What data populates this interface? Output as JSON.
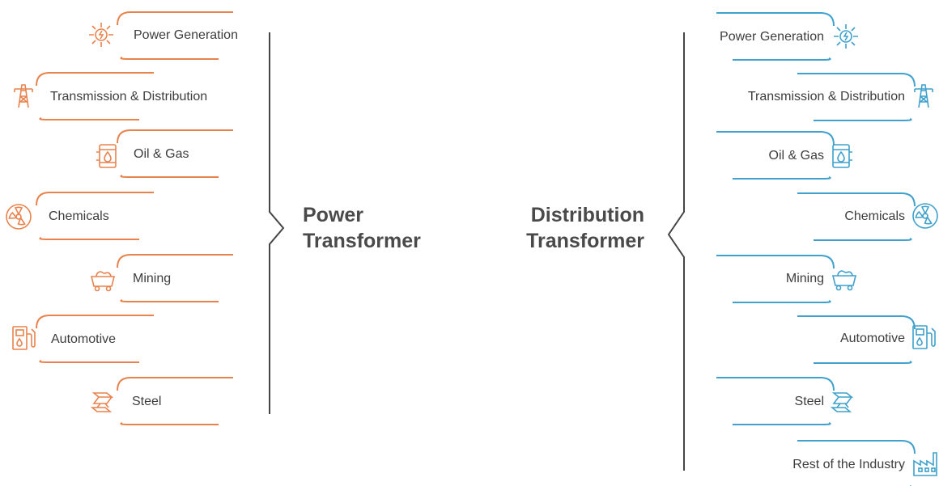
{
  "colors": {
    "left": "#e8834e",
    "right": "#3fa1cc",
    "brace": "#454545",
    "text": "#3d3d3d"
  },
  "left_group": {
    "title_line1": "Power",
    "title_line2": "Transformer",
    "items": [
      {
        "label": "Power Generation",
        "icon": "sun-power-icon"
      },
      {
        "label": "Transmission & Distribution",
        "icon": "transmission-tower-icon"
      },
      {
        "label": "Oil & Gas",
        "icon": "oil-barrel-icon"
      },
      {
        "label": "Chemicals",
        "icon": "radiation-icon"
      },
      {
        "label": "Mining",
        "icon": "mining-cart-icon"
      },
      {
        "label": "Automotive",
        "icon": "fuel-pump-icon"
      },
      {
        "label": "Steel",
        "icon": "steel-beam-icon"
      }
    ]
  },
  "right_group": {
    "title_line1": "Distribution",
    "title_line2": "Transformer",
    "items": [
      {
        "label": "Power Generation",
        "icon": "sun-power-icon"
      },
      {
        "label": "Transmission & Distribution",
        "icon": "transmission-tower-icon"
      },
      {
        "label": "Oil & Gas",
        "icon": "oil-barrel-icon"
      },
      {
        "label": "Chemicals",
        "icon": "radiation-icon"
      },
      {
        "label": "Mining",
        "icon": "mining-cart-icon"
      },
      {
        "label": "Automotive",
        "icon": "fuel-pump-icon"
      },
      {
        "label": "Steel",
        "icon": "steel-beam-icon"
      },
      {
        "label": "Rest of the Industry",
        "icon": "factory-icon"
      }
    ]
  }
}
